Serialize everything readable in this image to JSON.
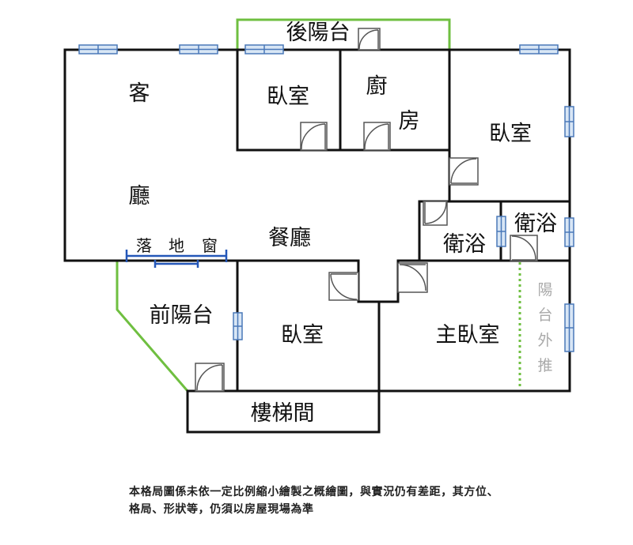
{
  "rooms": {
    "living_1": "客",
    "living_2": "廳",
    "bedroom_top": "臥室",
    "kitchen_1": "廚",
    "kitchen_2": "房",
    "bedroom_right": "臥室",
    "dining": "餐廳",
    "bath_left": "衛浴",
    "bath_right": "衛浴",
    "rear_balcony": "後陽台",
    "front_balcony": "前陽台",
    "bedroom_bottom": "臥室",
    "master_bedroom": "主臥室",
    "stairwell": "樓梯間"
  },
  "window_label": [
    "落",
    "地",
    "窗"
  ],
  "balcony_push": [
    "陽",
    "台",
    "外",
    "推"
  ],
  "note_text": "本格局圖係未依一定比例縮小繪製之概繪圖，與實況仍有差距，其方位、格局、形狀等，仍須以房屋現場為準",
  "colors": {
    "wall": "#111111",
    "balcony_line": "#6fbf40",
    "window_frame": "#4a78b8",
    "window_fill": "#d8e6f5",
    "french_window": "#2457b8",
    "muted_text": "#aaaaaa"
  }
}
